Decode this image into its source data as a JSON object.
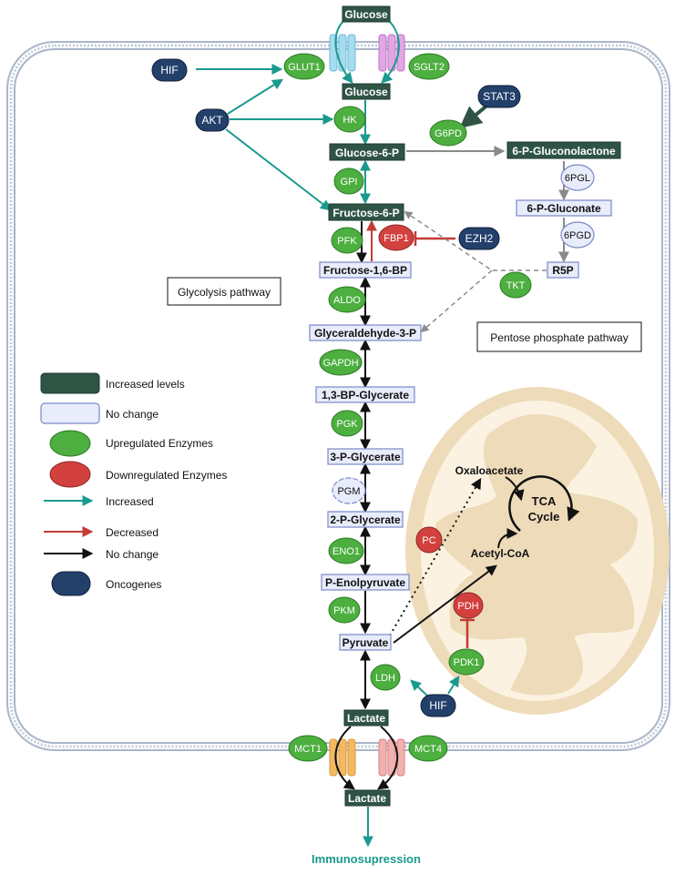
{
  "colors": {
    "increased_level": "#2f5446",
    "no_change": "#e8ecfb",
    "no_change_border": "#7b89c7",
    "upregulated": "#4caf3f",
    "downregulated": "#d2413e",
    "oncogene": "#23406b",
    "arrow_increased": "#1a9a8e",
    "arrow_decreased": "#c43b35",
    "arrow_nochange": "#111111",
    "arrow_grey": "#8a8a8a",
    "mito_outer": "#eedbb9",
    "cell_membrane": "#a9b6c8"
  },
  "metabolites": {
    "glucose_out": "Glucose",
    "glucose_in": "Glucose",
    "g6p": "Glucose-6-P",
    "f6p": "Fructose-6-P",
    "f16bp": "Fructose-1,6-BP",
    "gap": "Glyceraldehyde-3-P",
    "bpg13": "1,3-BP-Glycerate",
    "pg3": "3-P-Glycerate",
    "pg2": "2-P-Glycerate",
    "pep": "P-Enolpyruvate",
    "pyruvate": "Pyruvate",
    "lactate_in": "Lactate",
    "lactate_out": "Lactate",
    "gluconolactone": "6-P-Gluconolactone",
    "gluconate": "6-P-Gluconate",
    "r5p": "R5P",
    "oxaloacetate": "Oxaloacetate",
    "acetylcoa": "Acetyl-CoA"
  },
  "enzymes": {
    "glut1": "GLUT1",
    "sglt2": "SGLT2",
    "hk": "HK",
    "g6pd": "G6PD",
    "gpi": "GPI",
    "pfk": "PFK",
    "fbp1": "FBP1",
    "aldo": "ALDO",
    "gapdh": "GAPDH",
    "pgk": "PGK",
    "pgm": "PGM",
    "eno1": "ENO1",
    "pkm": "PKM",
    "pc": "PC",
    "pdh": "PDH",
    "pdk1": "PDK1",
    "ldh": "LDH",
    "mct1": "MCT1",
    "mct4": "MCT4",
    "tkt": "TKT",
    "6pgl": "6PGL",
    "6pgd": "6PGD"
  },
  "oncogenes": {
    "hif_top": "HIF",
    "akt": "AKT",
    "stat3": "STAT3",
    "ezh2": "EZH2",
    "hif_bottom": "HIF"
  },
  "labels": {
    "glycolysis": "Glycolysis pathway",
    "ppp": "Pentose phosphate pathway",
    "tca_line1": "TCA",
    "tca_line2": "Cycle",
    "immuno": "Immunosupression"
  },
  "legend": {
    "increased_levels": "Increased levels",
    "no_change": "No change",
    "upregulated": "Upregulated Enzymes",
    "downregulated": "Downregulated Enzymes",
    "increased": "Increased",
    "decreased": "Decreased",
    "nochange_arrow": "No change",
    "oncogenes": "Oncogenes"
  }
}
